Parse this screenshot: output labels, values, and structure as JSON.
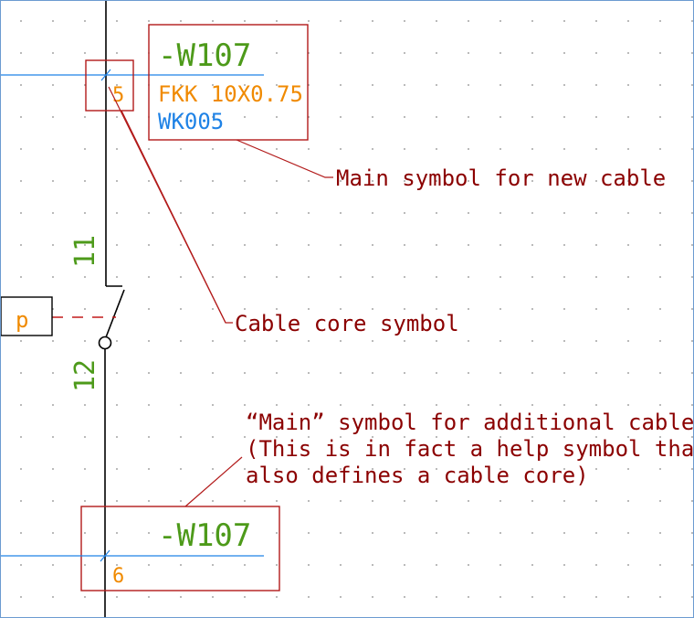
{
  "main_symbol": {
    "designation": "-W107",
    "cable_type": "FKK 10X0.75",
    "cable_id": "WK005",
    "core_number": "5"
  },
  "additional_symbol": {
    "designation": "-W107",
    "core_number": "6"
  },
  "contact": {
    "terminal_top": "11",
    "terminal_bottom": "12",
    "device_label": "p"
  },
  "annotations": {
    "main_symbol": "Main symbol for new cable",
    "core_symbol": "Cable core symbol",
    "additional_line1": "“Main” symbol for additional cable",
    "additional_line2": "(This is in fact a help symbol that",
    "additional_line3": "also defines a cable core)"
  },
  "colors": {
    "frame": "#b21a1a",
    "designation": "#4d9a1a",
    "core": "#f08a00",
    "cable_id": "#1e82e6",
    "annotation": "#8b0000",
    "wire": "#000000",
    "cable_line": "#1e82e6"
  }
}
